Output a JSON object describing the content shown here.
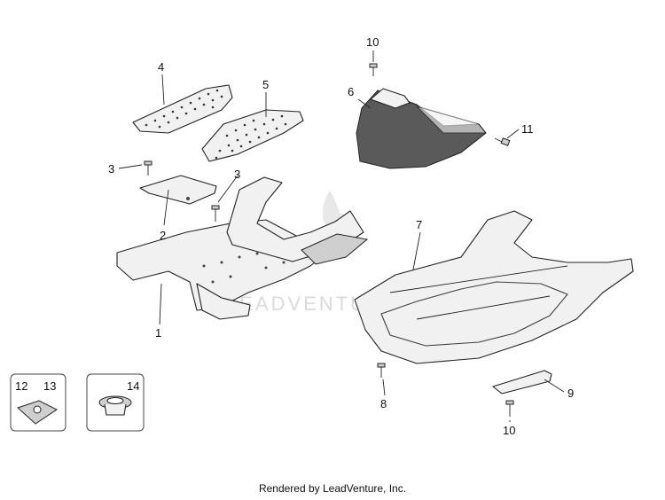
{
  "callouts": {
    "c1": "1",
    "c2": "2",
    "c3a": "3",
    "c3b": "3",
    "c4": "4",
    "c5": "5",
    "c6": "6",
    "c7": "7",
    "c8": "8",
    "c9": "9",
    "c10a": "10",
    "c10b": "10",
    "c11": "11",
    "c12": "12",
    "c13": "13",
    "c14": "14"
  },
  "watermark": "LEADVENTURE",
  "footer": "Rendered by LeadVenture, Inc.",
  "icons": {
    "watermark_logo": "flame-logo-icon"
  }
}
